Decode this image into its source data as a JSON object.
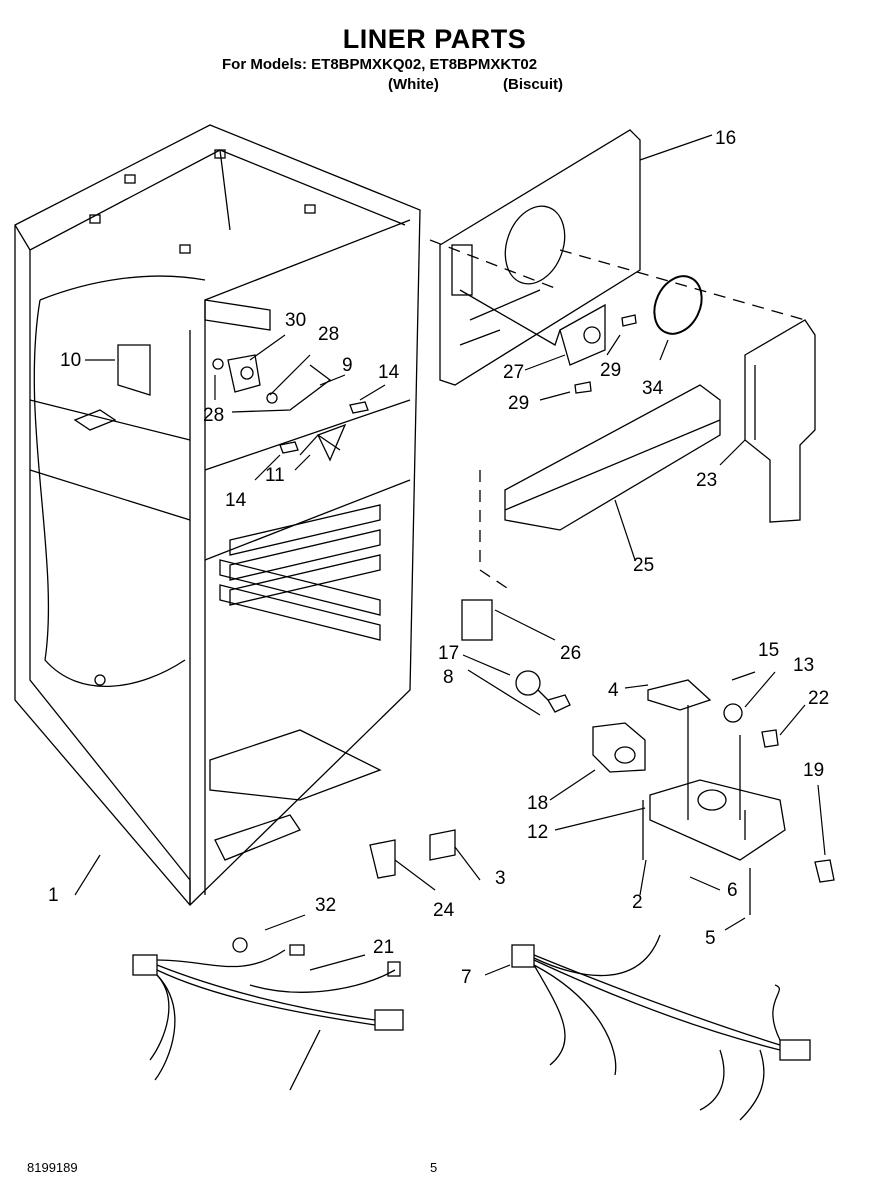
{
  "header": {
    "title": "LINER PARTS",
    "models_line": "For Models: ET8BPMXKQ02, ET8BPMXKT02",
    "variants": [
      "(White)",
      "(Biscuit)"
    ]
  },
  "callouts": [
    {
      "id": "1",
      "label": "1"
    },
    {
      "id": "2",
      "label": "2"
    },
    {
      "id": "3",
      "label": "3"
    },
    {
      "id": "4",
      "label": "4"
    },
    {
      "id": "5",
      "label": "5"
    },
    {
      "id": "6",
      "label": "6"
    },
    {
      "id": "7",
      "label": "7"
    },
    {
      "id": "8",
      "label": "8"
    },
    {
      "id": "9",
      "label": "9"
    },
    {
      "id": "10",
      "label": "10"
    },
    {
      "id": "11",
      "label": "11"
    },
    {
      "id": "12",
      "label": "12"
    },
    {
      "id": "13",
      "label": "13"
    },
    {
      "id": "14a",
      "label": "14"
    },
    {
      "id": "14b",
      "label": "14"
    },
    {
      "id": "15",
      "label": "15"
    },
    {
      "id": "16",
      "label": "16"
    },
    {
      "id": "17",
      "label": "17"
    },
    {
      "id": "18",
      "label": "18"
    },
    {
      "id": "19",
      "label": "19"
    },
    {
      "id": "21",
      "label": "21"
    },
    {
      "id": "22",
      "label": "22"
    },
    {
      "id": "23",
      "label": "23"
    },
    {
      "id": "24",
      "label": "24"
    },
    {
      "id": "25",
      "label": "25"
    },
    {
      "id": "26",
      "label": "26"
    },
    {
      "id": "27",
      "label": "27"
    },
    {
      "id": "28a",
      "label": "28"
    },
    {
      "id": "28b",
      "label": "28"
    },
    {
      "id": "29a",
      "label": "29"
    },
    {
      "id": "29b",
      "label": "29"
    },
    {
      "id": "30",
      "label": "30"
    },
    {
      "id": "32",
      "label": "32"
    },
    {
      "id": "34",
      "label": "34"
    }
  ],
  "footer": {
    "document_number": "8199189",
    "page_number": "5"
  }
}
